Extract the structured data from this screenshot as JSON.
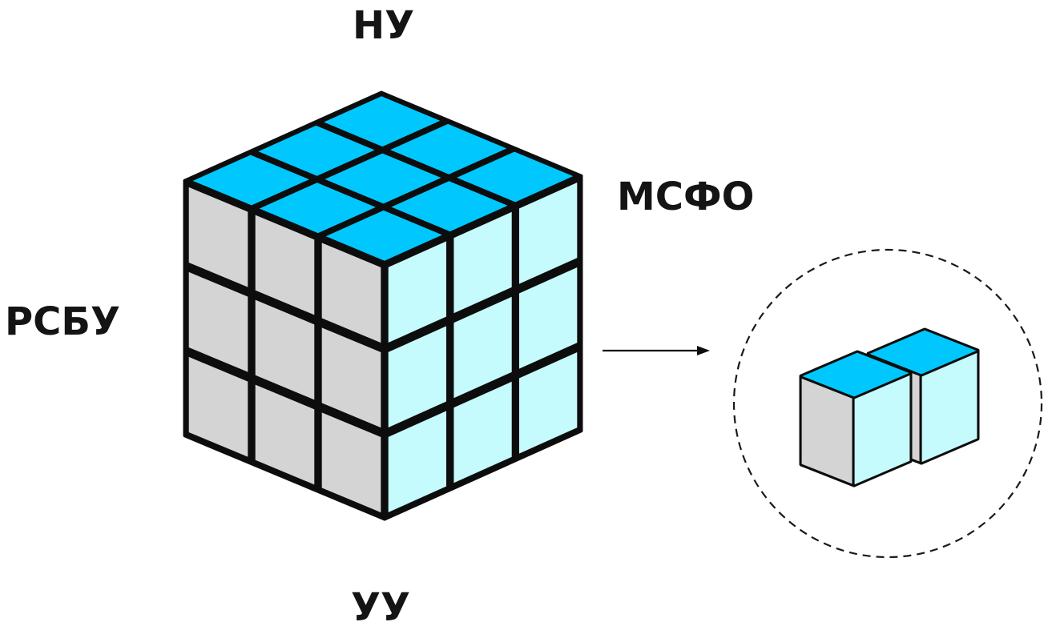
{
  "labels": {
    "top": "НУ",
    "right": "МСФО",
    "left": "РСБУ",
    "bottom": "УУ"
  },
  "colors": {
    "top_face": "#00c8ff",
    "left_face": "#d4d4d4",
    "right_face": "#c6fbfd",
    "outline": "#0d0d0d",
    "text": "#141414"
  },
  "icons": {
    "big_cube": "rubiks-cube-icon",
    "arrow": "arrow-right-icon",
    "small_cubes": "cube-pair-icon",
    "circle": "dashed-circle"
  }
}
